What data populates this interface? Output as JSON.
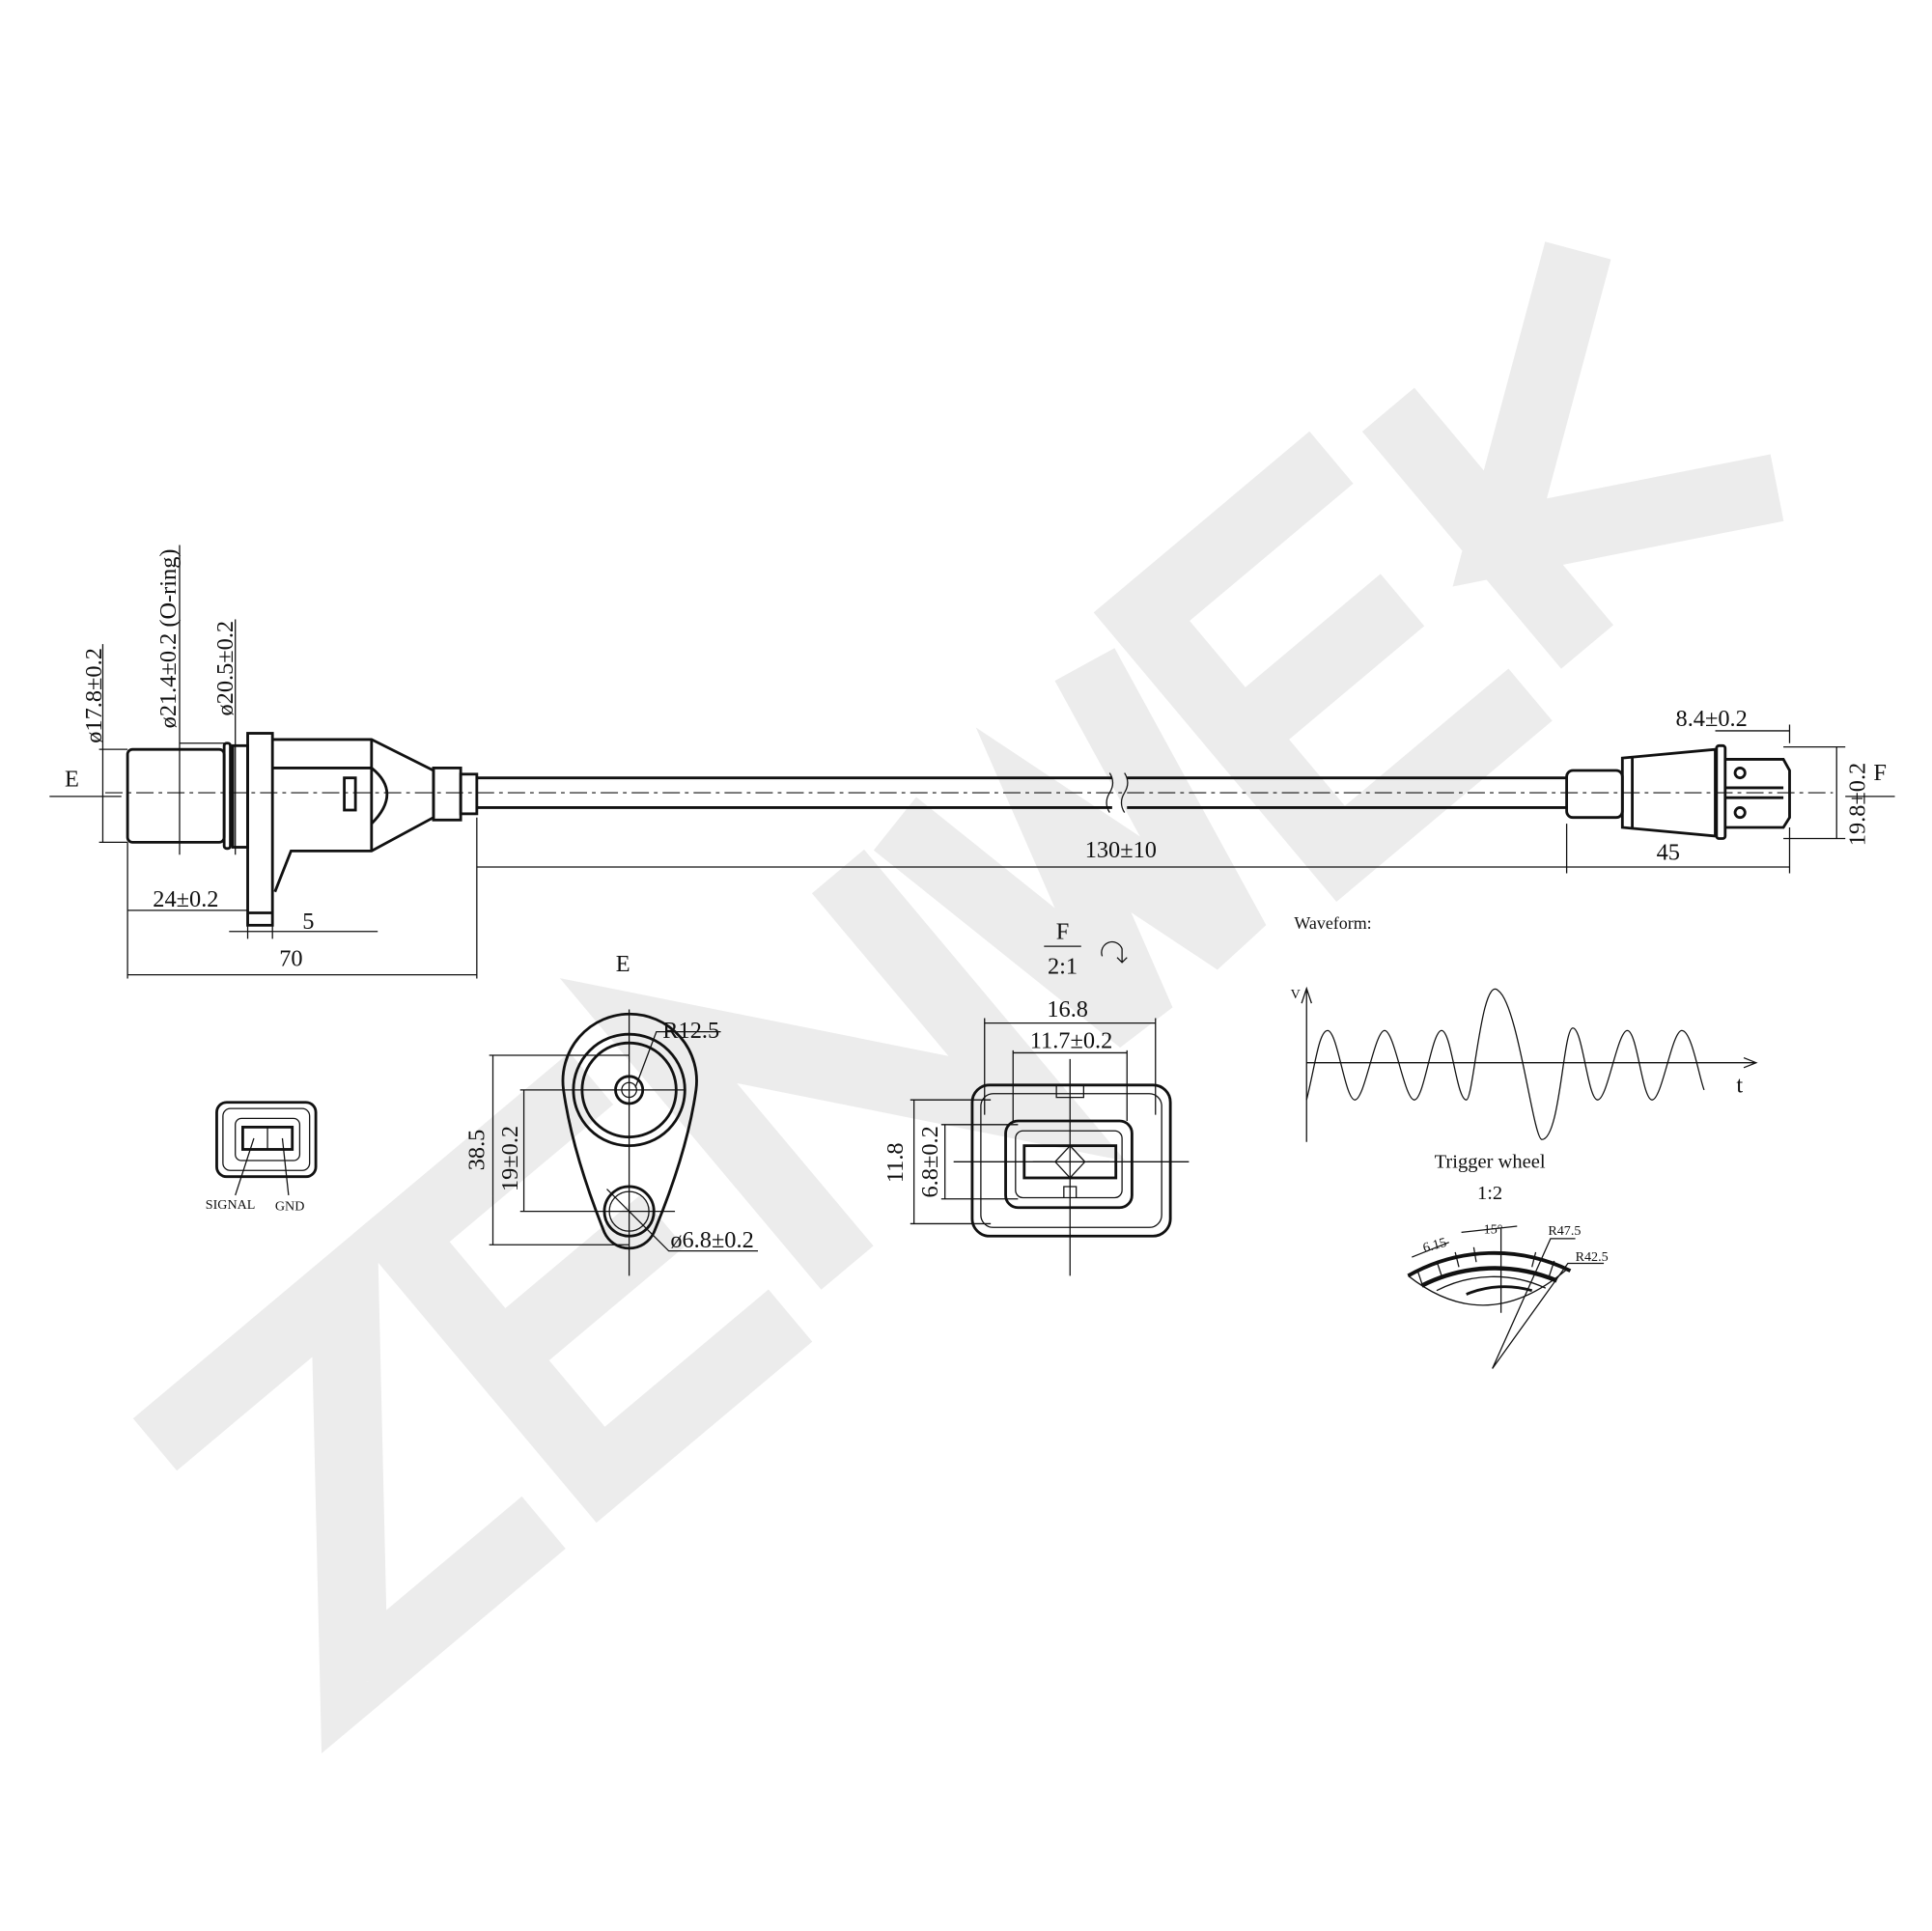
{
  "watermark": "ZENWEK",
  "side_view": {
    "view_e_arrow": "E",
    "view_f_arrow": "F",
    "dim_probe_dia": "ø17.8±0.2",
    "dim_oring_dia": "ø21.4±0.2 (O-ring)",
    "dim_body_dia": "ø20.5±0.2",
    "dim_probe_len": "24±0.2",
    "dim_flange": "5",
    "dim_body_len": "70",
    "dim_cable_len": "130±10",
    "dim_connector_len": "45",
    "dim_latch": "8.4±0.2",
    "dim_connector_h": "19.8±0.2"
  },
  "pinout": {
    "signal": "SIGNAL",
    "gnd": "GND"
  },
  "view_e": {
    "title": "E",
    "dim_height": "38.5",
    "dim_hole_spacing": "19±0.2",
    "dim_radius": "R12.5",
    "dim_hole": "ø6.8±0.2"
  },
  "view_f": {
    "title": "F",
    "scale": "2:1",
    "dim_width": "16.8",
    "dim_inner_width": "11.7±0.2",
    "dim_height": "11.8",
    "dim_inner_height": "6.8±0.2"
  },
  "waveform": {
    "title": "Waveform:",
    "y_axis": "V",
    "x_axis": "t"
  },
  "trigger_wheel": {
    "title": "Trigger wheel",
    "scale": "1:2",
    "dim_tooth": "6.15",
    "dim_angle": "15°",
    "dim_outer_r": "R47.5",
    "dim_inner_r": "R42.5"
  }
}
